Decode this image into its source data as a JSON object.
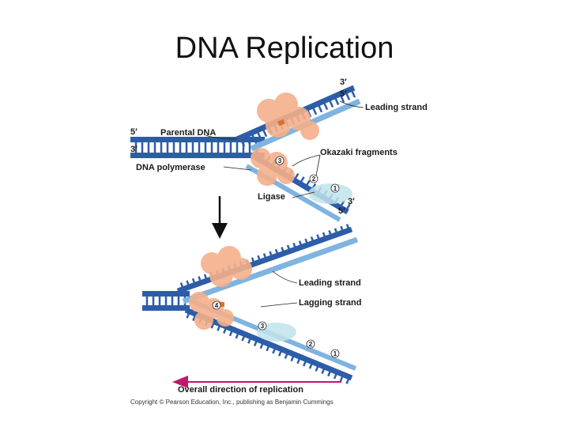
{
  "title": "DNA Replication",
  "labels": {
    "leading_strand_top": "Leading strand",
    "parental_dna": "Parental DNA",
    "okazaki_fragments": "Okazaki fragments",
    "dna_polymerase": "DNA polymerase",
    "ligase": "Ligase",
    "leading_strand_bottom": "Leading strand",
    "lagging_strand": "Lagging strand",
    "overall_direction": "Overall direction of replication",
    "copyright": "Copyright © Pearson Education, Inc., publishing as Benjamin Cummings"
  },
  "ends": {
    "top_right_3": "3′",
    "top_right_5": "5′",
    "left_5": "5′",
    "left_3": "3′",
    "lower_right_3": "3′",
    "lower_right_5": "5′"
  },
  "fragment_numbers": {
    "top": [
      "3",
      "2",
      "1"
    ],
    "bottom": [
      "4",
      "3",
      "2",
      "1"
    ]
  },
  "colors": {
    "strand_blue": "#2d5da8",
    "strand_dark": "#1d3f80",
    "new_strand_light": "#7fb3e0",
    "polymerase": "#f4b08a",
    "ligase": "#bfe3ea",
    "primer": "#e0702a",
    "direction_arrow": "#c0176a"
  }
}
